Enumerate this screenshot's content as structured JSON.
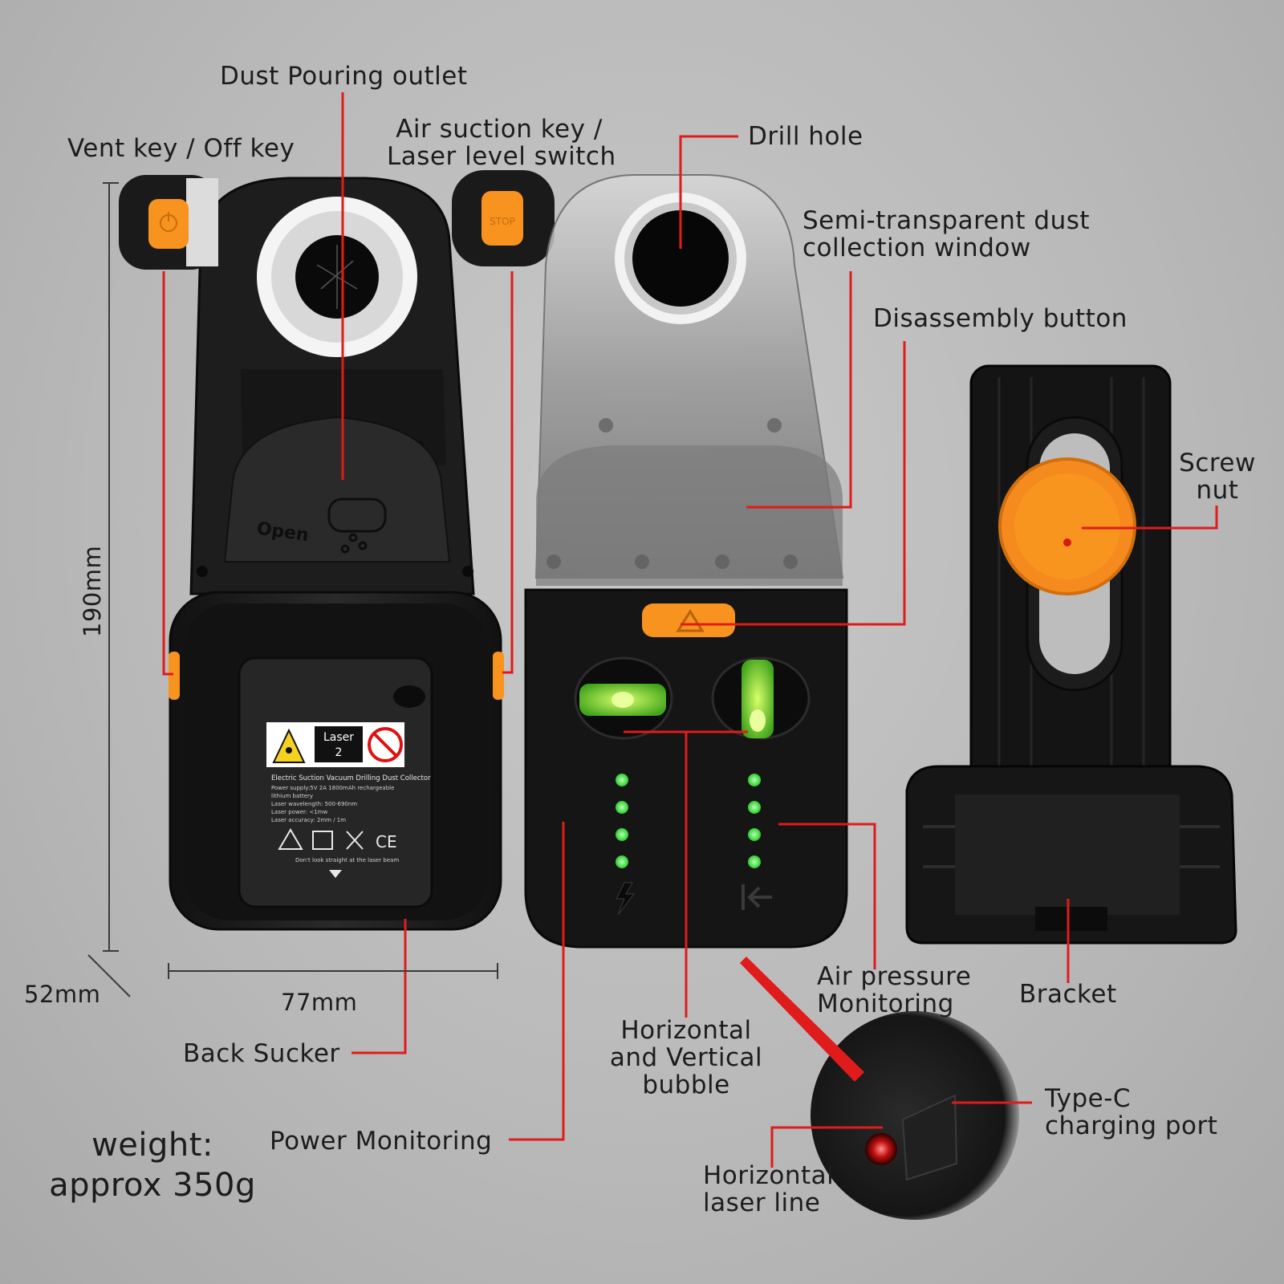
{
  "labels": {
    "dust_pouring_outlet": "Dust Pouring outlet",
    "vent_key": "Vent key / Off key",
    "air_suction_key_line1": "Air suction key /",
    "air_suction_key_line2": "Laser level switch",
    "drill_hole": "Drill hole",
    "semi_window_line1": "Semi-transparent dust",
    "semi_window_line2": "collection window",
    "disassembly_button": "Disassembly button",
    "screw_nut_line1": "Screw",
    "screw_nut_line2": "nut",
    "bracket": "Bracket",
    "air_pressure_line1": "Air pressure",
    "air_pressure_line2": "Monitoring",
    "bubble_line1": "Horizontal",
    "bubble_line2": "and Vertical",
    "bubble_line3": "bubble",
    "power_monitoring": "Power Monitoring",
    "back_sucker": "Back Sucker",
    "type_c_line1": "Type-C",
    "type_c_line2": "charging port",
    "laser_line_line1": "Horizontal",
    "laser_line_line2": "laser line"
  },
  "dimensions": {
    "height": "190mm",
    "width": "77mm",
    "depth": "52mm"
  },
  "weight": {
    "line1": "weight:",
    "line2": "approx 350g"
  },
  "device": {
    "open_text": "Open",
    "stop_text": "STOP",
    "sticker": {
      "laser_class_line1": "Laser",
      "laser_class_line2": "2",
      "title": "Electric Suction Vacuum Drilling Dust Collector",
      "spec1": "Power supply:5V  2A 1800mAh rechargeable",
      "spec2": "lithium battery",
      "spec3": "Laser wavelength: 500-690nm",
      "spec4": "Laser power: <1mw",
      "spec5": "Laser accuracy: 2mm / 1m",
      "warning": "Don't look straight at the laser beam",
      "ce": "CE"
    }
  },
  "colors": {
    "accent_orange": "#f7931e",
    "leader_red": "#e01b1b",
    "body_black": "#1b1b1b",
    "led_green": "#3dff3d",
    "background": "#bdbdbd"
  }
}
